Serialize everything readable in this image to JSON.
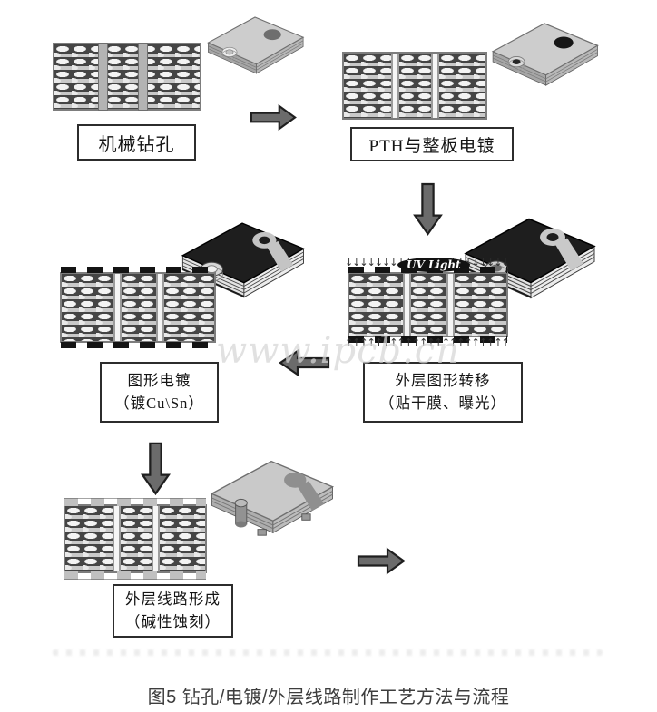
{
  "figure": {
    "watermark": "www.ipcb.cn",
    "uv_light_label": "UV Light",
    "caption": "图5 钻孔/电镀/外层线路制作工艺方法与流程"
  },
  "steps": {
    "drill": {
      "label": "机械钻孔"
    },
    "pth": {
      "label": "PTH与整板电镀"
    },
    "transfer": {
      "label_line1": "外层图形转移",
      "label_line2": "（贴干膜、曝光）"
    },
    "plate": {
      "label_line1": "图形电镀",
      "label_line2": "（镀Cu\\Sn）"
    },
    "etch": {
      "label_line1": "外层线路形成",
      "label_line2": "（碱性蚀刻）"
    }
  }
}
